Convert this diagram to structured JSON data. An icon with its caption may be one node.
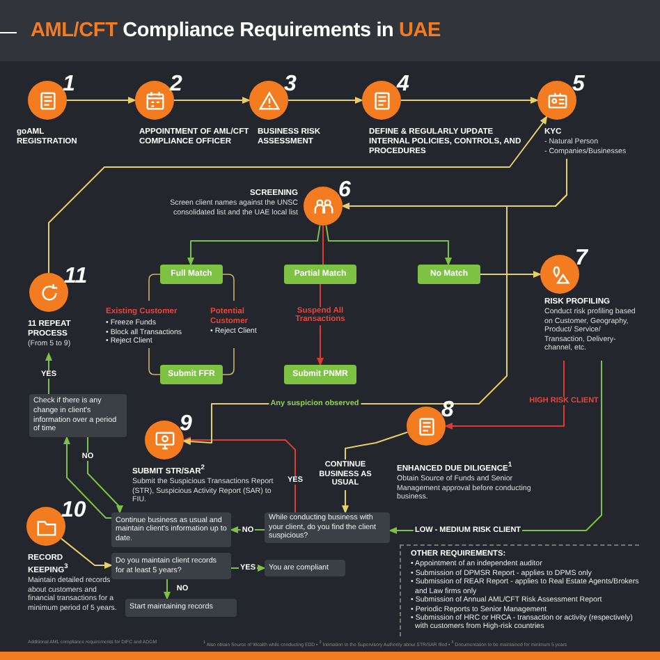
{
  "diagram": {
    "title": "**AML/CFT** Compliance Requirements in **UAE**",
    "nodes": [
      {
        "text": [
          "1",
          "goAML REGISTRATION"
        ]
      },
      {
        "text": [
          "2",
          "APPOINTMENT OF AML/CFT COMPLIANCE OFFICER"
        ]
      },
      {
        "text": [
          "3",
          "BUSINESS RISK ASSESSMENT"
        ]
      },
      {
        "text": [
          "4",
          "DEFINE & REGULARLY UPDATE INTERNAL POLICIES, CONTROLS, AND PROCEDURES"
        ]
      },
      {
        "text": [
          "5",
          "KYC",
          "- Natural Person",
          "- Companies/Businesses"
        ]
      },
      {
        "text": [
          "SCREENING",
          "Screen client names against the UNSC consolidated list and the UAE local list",
          "6"
        ]
      },
      {
        "text": [
          "Full Match"
        ]
      },
      {
        "text": [
          "Partial Match"
        ]
      },
      {
        "text": [
          "No Match"
        ]
      },
      {
        "text": [
          "Submit FFR"
        ]
      },
      {
        "text": [
          "Submit PNMR"
        ]
      },
      {
        "text": [
          "7",
          "RISK PROFILING",
          "Conduct risk profiling based on Customer, Geography, Product/ Service/ Transaction, Delivery-channel, etc."
        ]
      },
      {
        "text": [
          "8",
          "ENHANCED DUE DILIGENCE$^{1}$",
          "Obtain Source of Funds and Senior Management approval before conducting business."
        ]
      },
      {
        "text": [
          "CONTINUE BUSINESS AS USUAL"
        ]
      },
      {
        "text": [
          "While conducting business with your client, do you find the client suspicious?"
        ]
      },
      {
        "text": [
          "9",
          "SUBMIT STR/SAR$^{2}$",
          "Submit the Suspicious Transactions Report (STR), Suspicious Activity Report (SAR) to FIU."
        ]
      },
      {
        "text": [
          "11",
          "11 REPEAT PROCESS",
          "(From 5 to 9)"
        ]
      },
      {
        "text": [
          "Check if there is any change in client's information over a period of time"
        ]
      },
      {
        "text": [
          "Continue business as usual and maintain client's information up to date."
        ]
      },
      {
        "text": [
          "10",
          "RECORD KEEPING$^{3}$",
          "Maintain detailed records about customers and financial transactions for a minimum period of 5 years."
        ]
      },
      {
        "text": [
          "Do you maintain client records for at least 5 years?"
        ]
      },
      {
        "text": [
          "You are compliant"
        ]
      },
      {
        "text": [
          "Start maintaining records"
        ]
      },
      {
        "text": [
          "OTHER REQUIREMENTS:",
          "• Appointment of an independent auditor",
          "• Submission of DPMSR Report - applies to DPMS only",
          "• Submission of REAR Report - applies to Real Estate Agents/Brokers and Law firms only",
          "• Submission of Annual AML/CFT Risk Assessment Report",
          "• Periodic Reports to Senior Management",
          "• Submission of HRC or HRCA - transaction or activity (respectively) with customers from High-risk countries"
        ]
      }
    ],
    "edges": [
      {
        "from": 0,
        "to": 1,
        "arrow": "to"
      },
      {
        "from": 1,
        "to": 2,
        "arrow": "to"
      },
      {
        "from": 2,
        "to": 3,
        "arrow": "to"
      },
      {
        "from": 3,
        "to": 4,
        "arrow": "to"
      },
      {
        "from": 4,
        "to": 5,
        "arrow": "to"
      },
      {
        "from": 5,
        "to": 6,
        "arrow": "to",
        "color": "#7dc242"
      },
      {
        "from": 5,
        "to": 7,
        "arrow": "none",
        "color": "#e23b2e"
      },
      {
        "from": 5,
        "to": 8,
        "arrow": "to",
        "color": "#7dc242"
      },
      {
        "from": 7,
        "to": 10,
        "arrow": "to",
        "label": "Suspend All Transactions",
        "color": "#e23b2e"
      },
      {
        "from": 8,
        "to": 11,
        "arrow": "to"
      },
      {
        "from": 11,
        "to": 12,
        "arrow": "to",
        "label": "HIGH RISK CLIENT",
        "color": "#e23b2e"
      },
      {
        "from": 11,
        "to": 14,
        "arrow": "to",
        "label": "LOW - MEDIUM RISK CLIENT",
        "color": "#7dc242"
      },
      {
        "from": 12,
        "to": 13,
        "arrow": "none"
      },
      {
        "from": 13,
        "to": 14,
        "arrow": "to"
      },
      {
        "from": 14,
        "to": 15,
        "arrow": "to",
        "label": "YES",
        "color": "#e23b2e"
      },
      {
        "from": 14,
        "to": 18,
        "arrow": "to",
        "label": "NO",
        "color": "#7dc242"
      },
      {
        "from": 4,
        "to": 15,
        "arrow": "to",
        "label": "Any suspicion observed"
      },
      {
        "from": 16,
        "to": 4,
        "arrow": "to"
      },
      {
        "from": 17,
        "to": 16,
        "arrow": "to",
        "label": "YES",
        "color": "#7dc242"
      },
      {
        "from": 17,
        "to": 18,
        "arrow": "to",
        "label": "NO",
        "color": "#7dc242"
      },
      {
        "from": 18,
        "to": 17,
        "arrow": "to",
        "color": "#7dc242"
      },
      {
        "from": 19,
        "to": 20,
        "arrow": "to"
      },
      {
        "from": 20,
        "to": 21,
        "arrow": "to",
        "label": "YES",
        "color": "#7dc242"
      },
      {
        "from": 20,
        "to": 22,
        "arrow": "to",
        "label": "NO",
        "color": "#7dc242"
      }
    ],
    "labels": [
      "Existing Customer",
      "• Freeze Funds",
      "• Block all Transactions",
      "• Reject Client",
      "Potential Customer",
      "• Reject Client",
      "Additional AML compliance requirements for DIFC and ADGM",
      "$^{1}$ Also obtain Source of Wealth while conducting EDD • $^{2}$ Intimation to the Supervisory Authority about STR/SAR filed • $^{3}$ Documentation to be maintained for minimum 5 years"
    ]
  }
}
